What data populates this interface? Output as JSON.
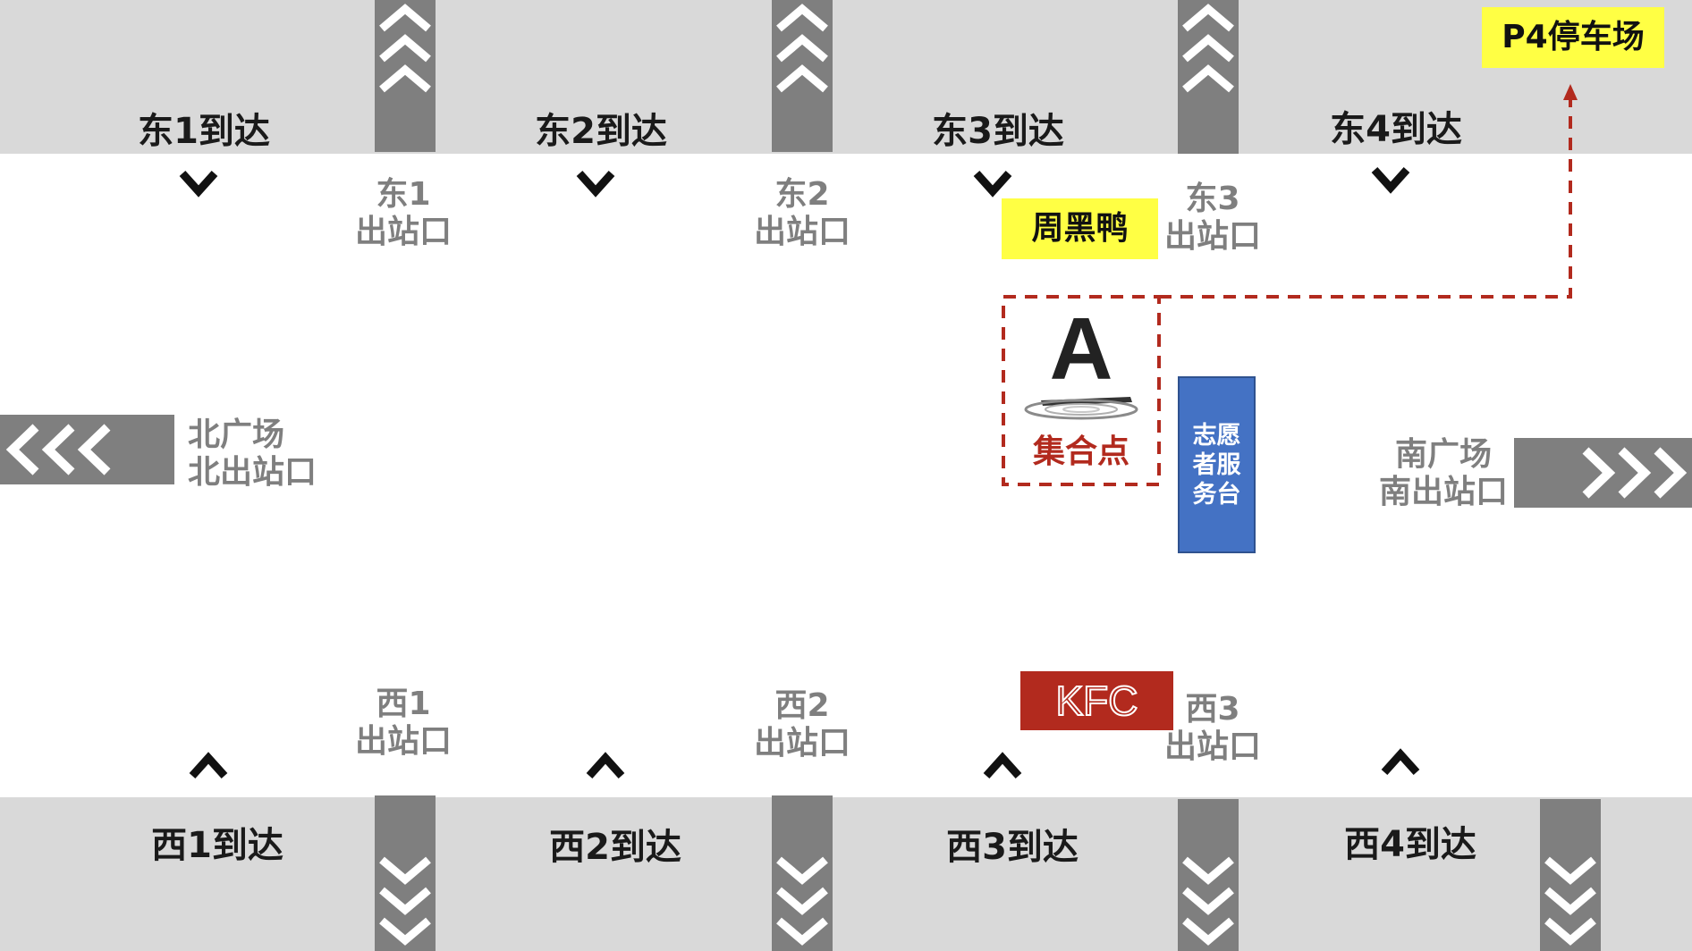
{
  "colors": {
    "band": "#d9d9d9",
    "stripe": "#7f7f7f",
    "label_gray": "#7f7f7f",
    "label_dark": "#1a1a1a",
    "highlight_yellow": "#ffff44",
    "kfc_red": "#b22a1e",
    "route_red": "#b22a1e",
    "service_blue": "#4472c4"
  },
  "east": {
    "arrivals": [
      "东1到达",
      "东2到达",
      "东3到达",
      "东4到达"
    ],
    "exits": [
      {
        "line1": "东1",
        "line2": "出站口"
      },
      {
        "line1": "东2",
        "line2": "出站口"
      },
      {
        "line1": "东3",
        "line2": "出站口"
      }
    ]
  },
  "west": {
    "arrivals": [
      "西1到达",
      "西2到达",
      "西3到达",
      "西4到达"
    ],
    "exits": [
      {
        "line1": "西1",
        "line2": "出站口"
      },
      {
        "line1": "西2",
        "line2": "出站口"
      },
      {
        "line1": "西3",
        "line2": "出站口"
      }
    ]
  },
  "north": {
    "line1": "北广场",
    "line2": "北出站口"
  },
  "south": {
    "line1": "南广场",
    "line2": "南出站口"
  },
  "parking": "P4停车场",
  "shop_zhouheiya": "周黑鸭",
  "shop_kfc": "KFC",
  "meeting_point": {
    "letter": "A",
    "label": "集合点"
  },
  "volunteer_desk": [
    "志愿",
    "者服",
    "务台"
  ],
  "icons": {
    "up_chevrons": "triple-chevron-up-icon",
    "down_chevrons": "triple-chevron-down-icon",
    "left_chevrons": "triple-chevron-left-icon",
    "right_chevrons": "triple-chevron-right-icon",
    "down_pointer": "chevron-down-icon",
    "up_pointer": "chevron-up-icon",
    "route_arrow": "arrow-up-icon"
  }
}
